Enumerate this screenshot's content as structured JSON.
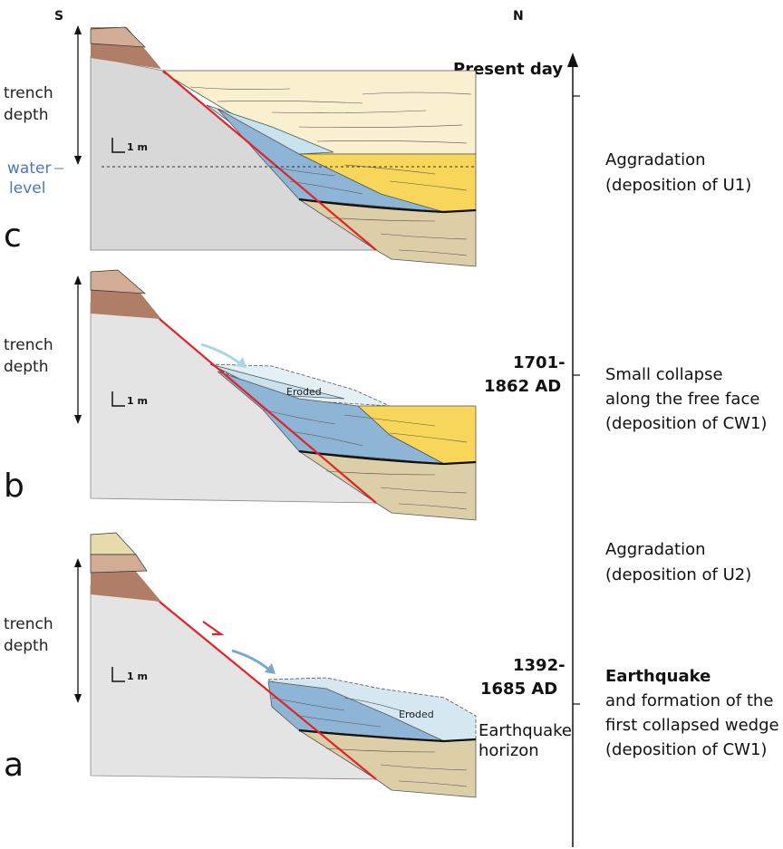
{
  "compass": {
    "south": "S",
    "north": "N"
  },
  "timeline": {
    "present_label": "Present day"
  },
  "scale_label": "1 m",
  "trench_label_1": "trench",
  "trench_label_2": "depth",
  "water_label_1": "water",
  "water_label_2": "level",
  "panels": {
    "c": {
      "letter": "c",
      "desc": [
        "Aggradation",
        "(deposition of U1)"
      ]
    },
    "b": {
      "letter": "b",
      "date": [
        "1701-",
        "1862 AD"
      ],
      "eroded": "Eroded",
      "desc": [
        "Small collapse",
        "along the free face",
        "(deposition of CW1)"
      ]
    },
    "between": {
      "desc": [
        "Aggradation",
        "(deposition of U2)"
      ]
    },
    "a": {
      "letter": "a",
      "date": [
        "1392-",
        "1685 AD"
      ],
      "eroded": "Eroded",
      "horizon": [
        "Earthquake",
        "horizon"
      ],
      "desc_bold": "Earthquake",
      "desc": [
        "and formation of the",
        "first collapsed wedge",
        "(deposition of CW1)"
      ]
    }
  },
  "colors": {
    "fault": "#e0242a",
    "bedrock": "#e4e4e4",
    "bedrock_c": "#d8d8d8",
    "sand_tan": "#dccfa8",
    "yellow": "#f7d65a",
    "pale_yellow": "#f8f0cf",
    "blue": "#8eb4d6",
    "light_blue": "#c9e3ee",
    "brown": "#c99f86",
    "dark_brown": "#9c7560",
    "water_level_text": "#4a78c0"
  }
}
